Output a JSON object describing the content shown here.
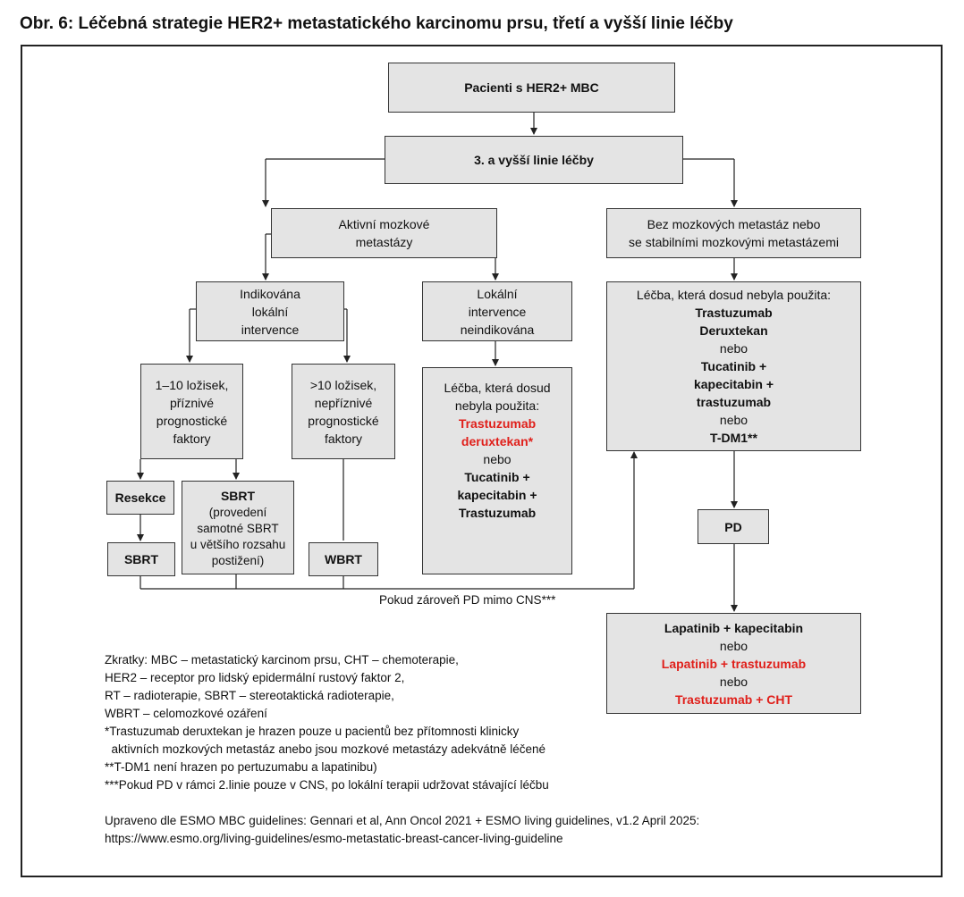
{
  "title": "Obr. 6: Léčebná strategie HER2+ metastatického karcinomu prsu, třetí a vyšší linie léčby",
  "boxes": {
    "patients": "Pacienti s HER2+ MBC",
    "third_line": "3. a vyšší linie léčby",
    "active_brain": [
      "Aktivní mozkové",
      "metastázy"
    ],
    "no_brain": [
      "Bez mozkových metastáz nebo",
      "se stabilními mozkovými metastázemi"
    ],
    "local_indicated": [
      "Indikována",
      "lokální",
      "intervence"
    ],
    "local_not_indicated": [
      "Lokální",
      "intervence",
      "neindikována"
    ],
    "lesions_1_10": [
      "1–10 ložisek,",
      "příznivé",
      "prognostické",
      "faktory"
    ],
    "lesions_gt10": [
      ">10 ložisek,",
      "nepříznivé",
      "prognostické",
      "faktory"
    ],
    "treatment_middle": {
      "intro": [
        "Léčba, která dosud",
        "nebyla použita:"
      ],
      "red1": "Trastuzumab",
      "red2": "deruxtekan*",
      "or": "nebo",
      "b1": "Tucatinib +",
      "b2": "kapecitabin +",
      "b3": "Trastuzumab"
    },
    "treatment_right": {
      "intro": "Léčba, která dosud nebyla použita:",
      "b1": "Trastuzumab",
      "b2": "Deruxtekan",
      "or1": "nebo",
      "b3": "Tucatinib +",
      "b4": "kapecitabin +",
      "b5": "trastuzumab",
      "or2": "nebo",
      "b6": "T-DM1**"
    },
    "resekce": "Resekce",
    "sbrt_main": {
      "title": "SBRT",
      "lines": [
        "(provedení",
        "samotné SBRT",
        "u většího rozsahu",
        "postižení)"
      ]
    },
    "sbrt_after": "SBRT",
    "wbrt": "WBRT",
    "pd": "PD",
    "final": {
      "l1": "Lapatinib + kapecitabin",
      "or1": "nebo",
      "red1": "Lapatinib + trastuzumab",
      "or2": "nebo",
      "red2": "Trastuzumab + CHT"
    }
  },
  "pd_note": "Pokud zároveň PD mimo CNS***",
  "abbreviations": [
    "Zkratky: MBC – metastatický karcinom prsu, CHT – chemoterapie,",
    "HER2 – receptor pro lidský epidermální rustový faktor 2,",
    "RT – radioterapie, SBRT – stereotaktická radioterapie,",
    "WBRT – celomozkové ozáření"
  ],
  "footnotes": [
    "*Trastuzumab deruxtekan je hrazen pouze u pacientů bez přítomnosti klinicky",
    "  aktivních mozkových metastáz anebo jsou mozkové metastázy adekvátně léčené",
    "**T-DM1 není hrazen po pertuzumabu a lapatinibu)",
    "***Pokud PD v rámci 2.linie pouze v CNS, po lokální terapii udržovat stávající léčbu"
  ],
  "source": [
    "Upraveno dle ESMO MBC guidelines: Gennari et al, Ann Oncol 2021 + ESMO living guidelines, v1.2 April 2025:",
    "https://www.esmo.org/living-guidelines/esmo-metastatic-breast-cancer-living-guideline"
  ],
  "colors": {
    "box_fill": "#e4e4e4",
    "border": "#333333",
    "highlight_red": "#e0201b"
  }
}
